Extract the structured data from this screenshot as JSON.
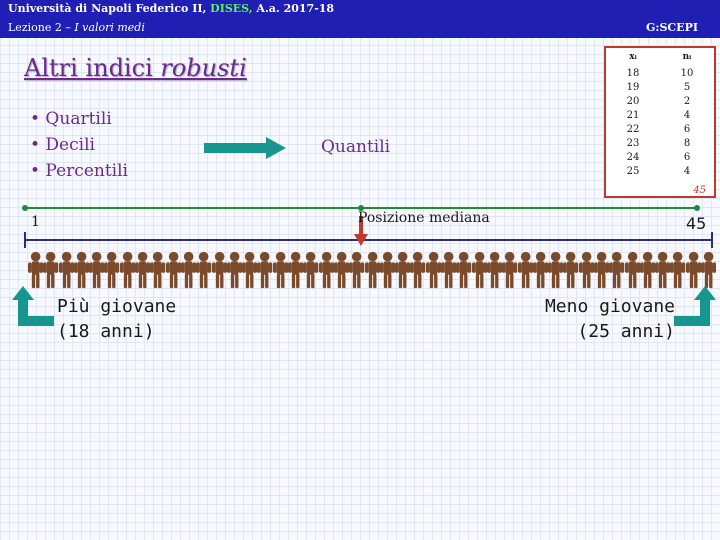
{
  "header": {
    "university": "Università di Napoli Federico II,",
    "department": "DISES,",
    "year": "A.a. 2017-18",
    "lesson_prefix": "Lezione 2 –",
    "lesson_topic": "I valori medi",
    "code": "G:SCEPI"
  },
  "slide": {
    "title_main": "Altri indici",
    "title_emph": "robusti",
    "bullets": [
      "• Quartili",
      "• Decili",
      "• Percentili"
    ],
    "arrow_target": "Quantili",
    "median_label": "Posizione mediana",
    "axis_start": "1",
    "axis_end": "45",
    "youngest_line1": "Più giovane",
    "youngest_line2": "(18 anni)",
    "oldest_line1": "Meno giovane",
    "oldest_line2": "(25 anni)"
  },
  "frequency_table": {
    "col_x": "xᵢ",
    "col_n": "nᵢ",
    "rows": [
      {
        "x": "18",
        "n": "10"
      },
      {
        "x": "19",
        "n": "5"
      },
      {
        "x": "20",
        "n": "2"
      },
      {
        "x": "21",
        "n": "4"
      },
      {
        "x": "22",
        "n": "6"
      },
      {
        "x": "23",
        "n": "8"
      },
      {
        "x": "24",
        "n": "6"
      },
      {
        "x": "25",
        "n": "4"
      }
    ],
    "total": "45"
  },
  "colors": {
    "header_bg": "#1f1fb4",
    "accent_green": "#5ef05e",
    "title_purple": "#6b2a8c",
    "arrow_teal": "#17968f",
    "axis_navy": "#2b2f7a",
    "marker_green": "#1f8a3a",
    "marker_red": "#c0392b",
    "person_brown": "#7a4a2a"
  },
  "people_count": 45,
  "icons": {
    "right_arrow": "block-arrow-right-icon",
    "median_marker": "down-arrow-icon",
    "left_bent": "bent-arrow-up-icon",
    "right_bent": "bent-arrow-up-icon",
    "person": "person-figure-icon"
  }
}
